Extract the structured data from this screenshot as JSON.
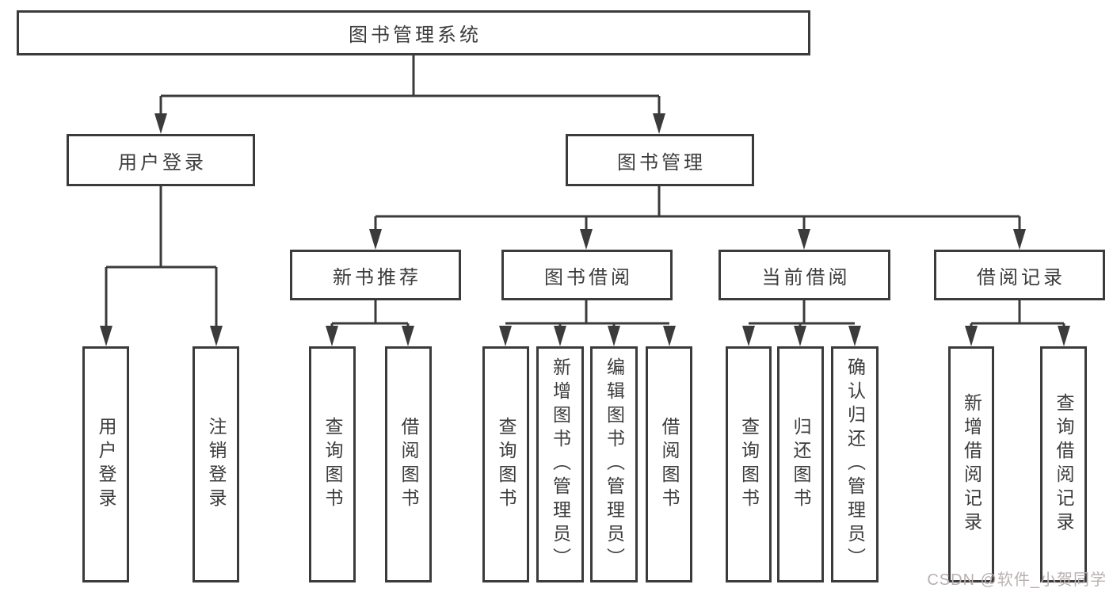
{
  "diagram": {
    "colors": {
      "background": "#ffffff",
      "line": "#3b3b3b",
      "text": "#3c3c3c",
      "box_fill": "#ffffff",
      "watermark": "#b9b1b1"
    },
    "watermark": "CSDN @软件_小贺同学",
    "root": {
      "label": "图书管理系统"
    },
    "level2": [
      {
        "label": "用户登录"
      },
      {
        "label": "图书管理"
      }
    ],
    "login_children": [
      {
        "label": "用户登录"
      },
      {
        "label": "注销登录"
      }
    ],
    "groups": [
      {
        "label": "新书推荐",
        "children": [
          {
            "label": "查询图书"
          },
          {
            "label": "借阅图书"
          }
        ]
      },
      {
        "label": "图书借阅",
        "children": [
          {
            "label": "查询图书"
          },
          {
            "label": "新增图书（管理员）"
          },
          {
            "label": "编辑图书（管理员）"
          },
          {
            "label": "借阅图书"
          }
        ]
      },
      {
        "label": "当前借阅",
        "children": [
          {
            "label": "查询图书"
          },
          {
            "label": "归还图书"
          },
          {
            "label": "确认归还（管理员）"
          }
        ]
      },
      {
        "label": "借阅记录",
        "children": [
          {
            "label": "新增借阅记录"
          },
          {
            "label": "查询借阅记录"
          }
        ]
      }
    ]
  }
}
